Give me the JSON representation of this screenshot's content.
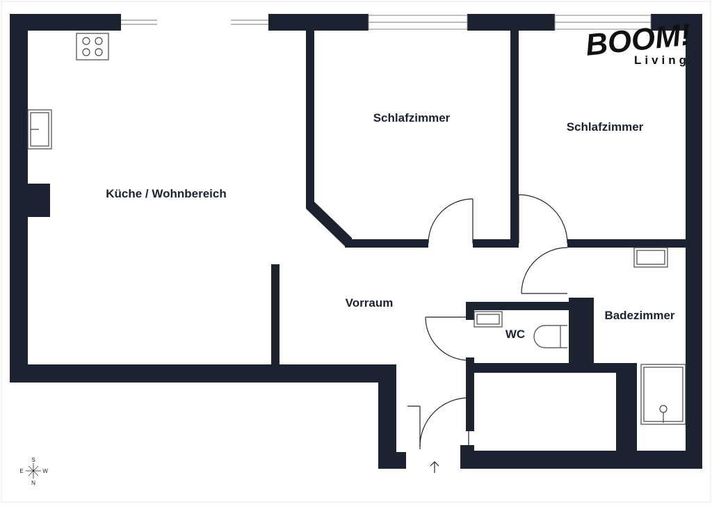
{
  "brand": {
    "name": "BOOM!",
    "tagline": "Living"
  },
  "rooms": {
    "kitchen_living": "Küche / Wohnbereich",
    "bedroom_1": "Schlafzimmer",
    "bedroom_2": "Schlafzimmer",
    "hallway": "Vorraum",
    "wc": "WC",
    "bathroom": "Badezimmer"
  },
  "compass": {
    "north": "S",
    "south": "N",
    "east": "E",
    "west": "W"
  },
  "colors": {
    "wall": "#1b2230",
    "fixture_stroke": "#444444",
    "background": "#ffffff"
  },
  "icons": [
    "stove-icon",
    "sink-icon",
    "toilet-icon",
    "shower-icon",
    "entrance-arrow-icon",
    "compass-icon"
  ]
}
